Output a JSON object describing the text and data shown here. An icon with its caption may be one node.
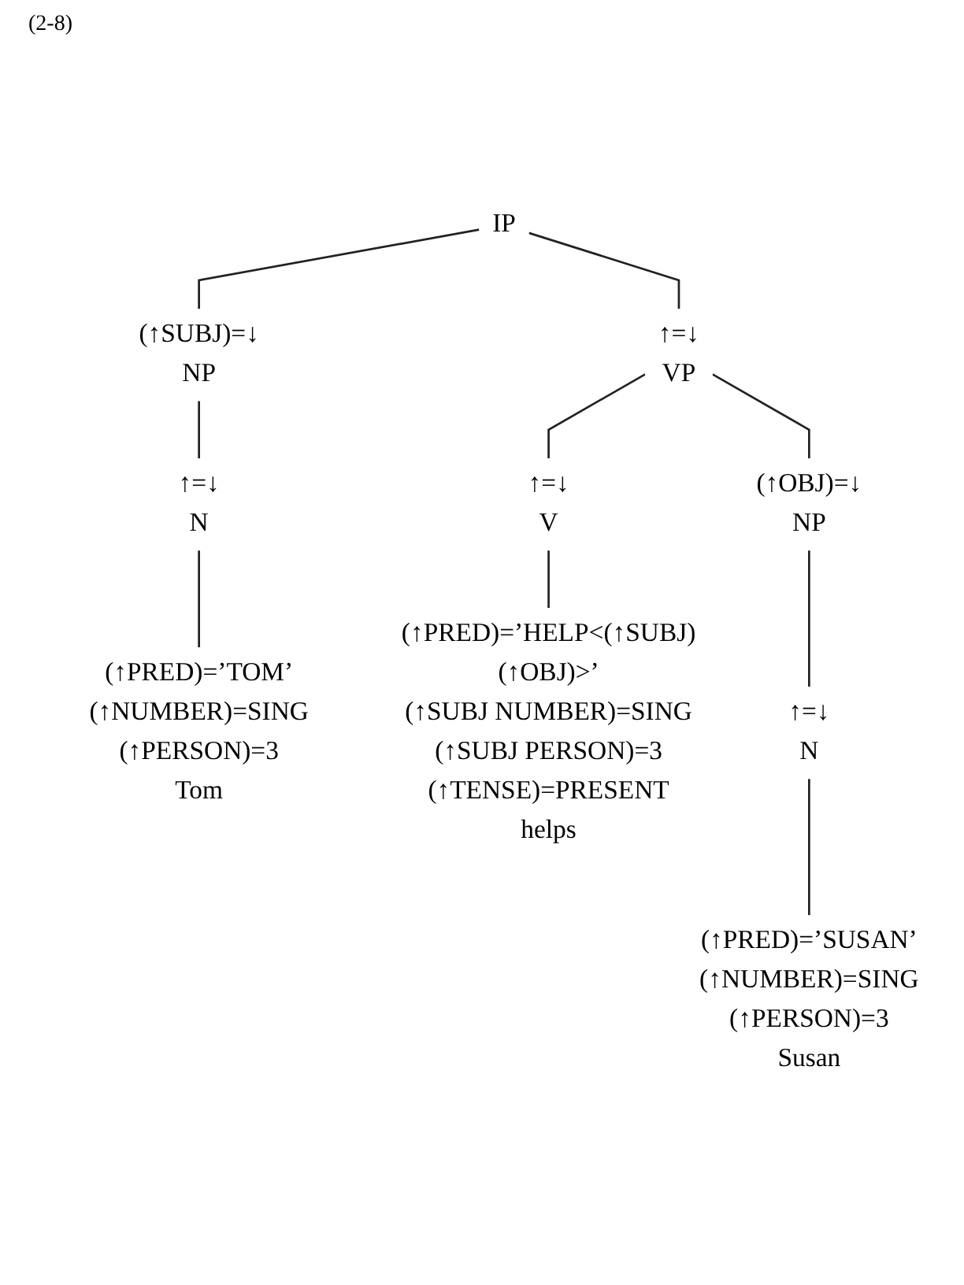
{
  "diagram": {
    "nodes": [
      {
        "text": [
          "IP"
        ]
      },
      {
        "text": [
          "(↑SUBJ)=↓",
          "NP"
        ]
      },
      {
        "text": [
          "↑=↓",
          "VP"
        ]
      },
      {
        "text": [
          "↑=↓",
          "N"
        ]
      },
      {
        "text": [
          "↑=↓",
          "V"
        ]
      },
      {
        "text": [
          "(↑OBJ)=↓",
          "NP"
        ]
      },
      {
        "text": [
          "(↑PRED)=’TOM’",
          "(↑NUMBER)=SING",
          "(↑PERSON)=3",
          "Tom"
        ]
      },
      {
        "text": [
          "(↑PRED)=’HELP<(↑SUBJ)(↑OBJ)>’",
          "(↑SUBJ NUMBER)=SING",
          "(↑SUBJ PERSON)=3",
          "(↑TENSE)=PRESENT",
          "helps"
        ]
      },
      {
        "text": [
          "↑=↓",
          "N"
        ]
      },
      {
        "text": [
          "(↑PRED)=’SUSAN’",
          "(↑NUMBER)=SING",
          "(↑PERSON)=3",
          "Susan"
        ]
      }
    ],
    "edges": [
      {
        "from": 0,
        "to": 1,
        "arrow": "none"
      },
      {
        "from": 0,
        "to": 2,
        "arrow": "none"
      },
      {
        "from": 1,
        "to": 3,
        "arrow": "none"
      },
      {
        "from": 2,
        "to": 4,
        "arrow": "none"
      },
      {
        "from": 2,
        "to": 5,
        "arrow": "none"
      },
      {
        "from": 3,
        "to": 6,
        "arrow": "none"
      },
      {
        "from": 4,
        "to": 7,
        "arrow": "none"
      },
      {
        "from": 5,
        "to": 8,
        "arrow": "none"
      },
      {
        "from": 8,
        "to": 9,
        "arrow": "none"
      }
    ],
    "labels": [
      "(2-8)"
    ]
  }
}
